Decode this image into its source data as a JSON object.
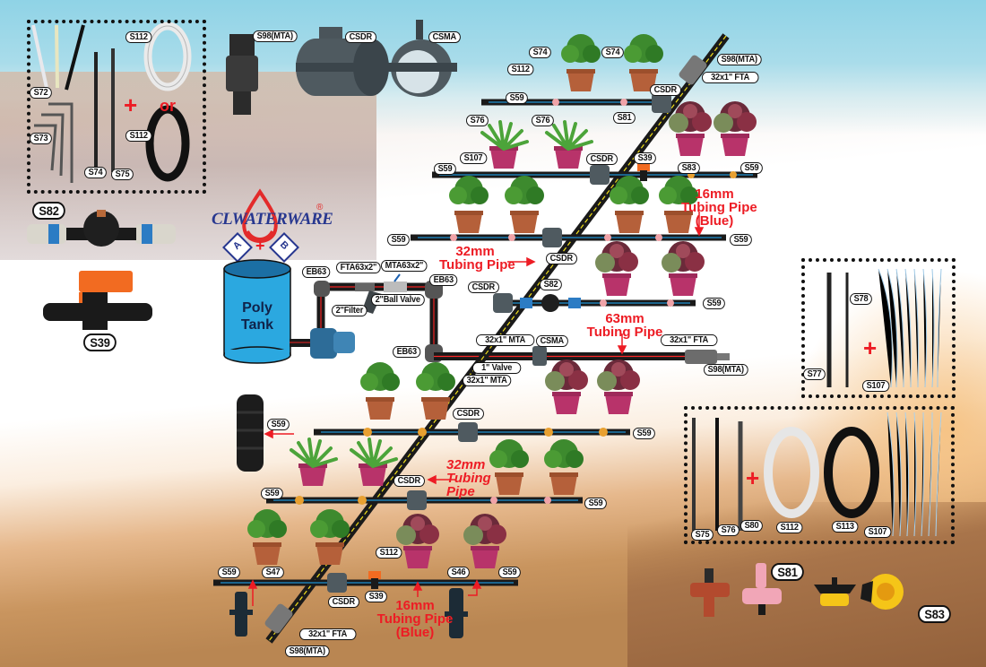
{
  "brand": {
    "name": "CLWATERWARE",
    "registered": "®",
    "badge_a": "A",
    "badge_plus": "+",
    "badge_b": "B"
  },
  "tank": {
    "line1": "Poly",
    "line2": "Tank"
  },
  "colors": {
    "accent_red": "#ed1c24",
    "pipe_black": "#1a1a1a",
    "pipe_stripe_blue": "#1e90d0",
    "pipe_stripe_yellow": "#f2e01b",
    "mainline_stripe_red": "#ff2a2a",
    "tank_blue": "#2ba8e0",
    "logo_blue": "#27378f"
  },
  "kit_top_left": {
    "labels": {
      "s72": "S72",
      "s73": "S73",
      "s74": "S74",
      "s75": "S75",
      "s112_white": "S112",
      "s112_black": "S112"
    },
    "plus": "+",
    "or": "or"
  },
  "fittings_top": {
    "s98": "S98(MTA)",
    "csdr": "CSDR",
    "csma": "CSMA"
  },
  "left_parts": {
    "s82": "S82",
    "s39": "S39"
  },
  "kit_right_top": {
    "s77": "S77",
    "s78": "S78",
    "s107": "S107",
    "plus": "+"
  },
  "kit_right_bottom": {
    "s75": "S75",
    "s76": "S76",
    "s80": "S80",
    "s112": "S112",
    "s113": "S113",
    "s107": "S107",
    "plus": "+"
  },
  "drippers_bottom": {
    "s81": "S81",
    "s83": "S83"
  },
  "pump_line": {
    "eb63_a": "EB63",
    "fta": "FTA63x2\"",
    "mta": "MTA63x2\"",
    "eb63_b": "EB63",
    "filter": "2\"Filter",
    "ball_valve": "2\"Ball Valve",
    "eb63_c": "EB63"
  },
  "mainline": {
    "mta_upper": "32x1\" MTA",
    "csma": "CSMA",
    "fta": "32x1\" FTA",
    "s98": "S98(MTA)",
    "valve": "1\" Valve",
    "mta_lower": "32x1\" MTA",
    "pipe63_l1": "63mm",
    "pipe63_l2": "Tubing Pipe"
  },
  "upper_branch": {
    "row1": {
      "s74_a": "S74",
      "s74_b": "S74",
      "s112": "S112",
      "s59": "S59",
      "s81": "S81",
      "csdr": "CSDR",
      "s98": "S98(MTA)",
      "fta": "32x1\" FTA"
    },
    "row2": {
      "s76_a": "S76",
      "s76_b": "S76",
      "s107": "S107",
      "s59_l": "S59",
      "csdr": "CSDR",
      "s39": "S39",
      "s83": "S83",
      "s59_r": "S59"
    },
    "row3": {
      "s59_l": "S59",
      "s59_r": "S59",
      "csdr": "CSDR",
      "blue_l1": "16mm",
      "blue_l2": "Tubing Pipe",
      "blue_l3": "(Blue)",
      "pipe32_l1": "32mm",
      "pipe32_l2": "Tubing Pipe"
    },
    "row4": {
      "csdr": "CSDR",
      "s82": "S82",
      "s59": "S59"
    }
  },
  "lower_branch": {
    "row1": {
      "csdr": "CSDR",
      "s59_l": "S59",
      "s59_r": "S59"
    },
    "row2": {
      "csdr": "CSDR",
      "s59_l": "S59",
      "s59_r": "S59",
      "pipe32_l1": "32mm",
      "pipe32_l2": "Tubing",
      "pipe32_l3": "Pipe"
    },
    "row3": {
      "s59_l": "S59",
      "s47": "S47",
      "s112": "S112",
      "s46": "S46",
      "s59_r": "S59",
      "csdr": "CSDR",
      "s39": "S39",
      "blue_l1": "16mm",
      "blue_l2": "Tubing Pipe",
      "blue_l3": "(Blue)",
      "fta": "32x1\" FTA",
      "s98": "S98(MTA)"
    }
  }
}
